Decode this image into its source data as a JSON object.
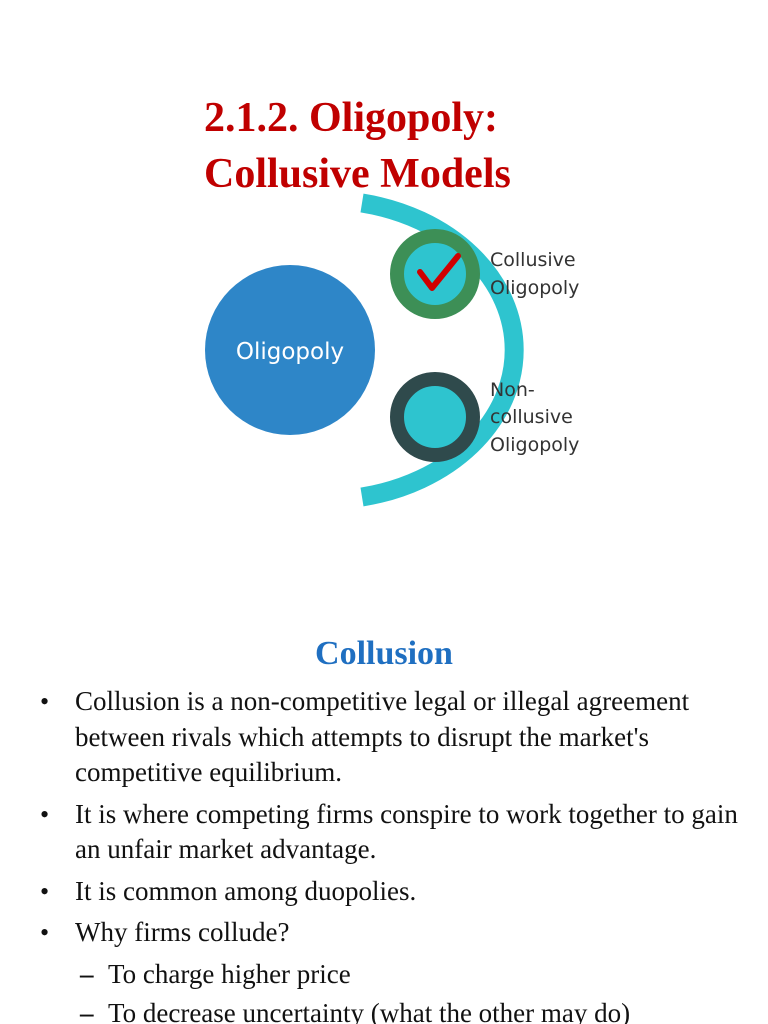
{
  "title": {
    "line1": "2.1.2. Oligopoly:",
    "line2": "Collusive Models"
  },
  "diagram": {
    "center_label": "Oligopoly",
    "nodes": [
      {
        "label_line1": "Collusive",
        "label_line2": "Oligopoly",
        "label_line3": "",
        "checked": true
      },
      {
        "label_line1": "Non-",
        "label_line2": "collusive",
        "label_line3": "Oligopoly",
        "checked": false
      }
    ],
    "colors": {
      "center_circle": "#2e86c8",
      "arc": "#2ec4cf",
      "node1_ring": "#3d8f56",
      "node2_ring": "#2f4a4c",
      "node_fill": "#2ec4cf",
      "check": "#d00000"
    }
  },
  "section": {
    "heading": "Collusion"
  },
  "bullets": [
    {
      "text": "Collusion is a non-competitive legal or illegal agreement between rivals which attempts to disrupt the market's competitive equilibrium."
    },
    {
      "text": "It is where competing firms conspire to work together to gain an unfair market advantage."
    },
    {
      "text": "It is common among duopolies."
    },
    {
      "text": "Why firms collude?"
    }
  ],
  "sub_bullets": [
    {
      "text": "To charge higher price"
    },
    {
      "text": "To decrease uncertainty (what the other may do)"
    }
  ],
  "bullet_symbol": "•",
  "sub_bullet_symbol": "–"
}
